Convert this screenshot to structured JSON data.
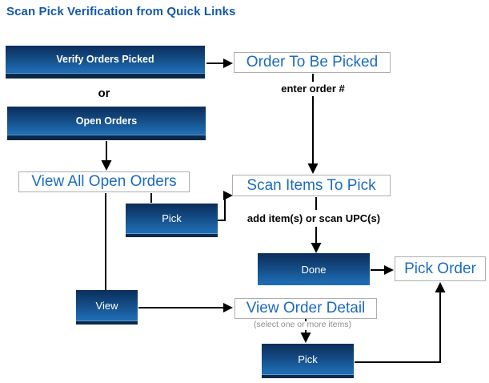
{
  "title": "Scan Pick Verification from Quick Links",
  "colors": {
    "title-blue": "#1558A8",
    "box-text-blue": "#1C6CBE",
    "box-border": "#AEAEAE",
    "btn-top": "#0B2D5B",
    "btn-mid": "#134A82",
    "btn-bottom": "#1E6BB2",
    "btn-shine": "#5D9BCE",
    "btn-strip": "#092949",
    "note-gray": "#8F8F8F",
    "arrow-black": "#000000"
  },
  "buttons": {
    "verify_orders": "Verify Orders Picked",
    "open_orders": "Open Orders",
    "pick_middle": "Pick",
    "done": "Done",
    "view": "View",
    "pick_bottom": "Pick"
  },
  "screens": {
    "order_to_be_picked": "Order To Be Picked",
    "view_all_open_orders": "View All Open Orders",
    "scan_items_to_pick": "Scan Items To Pick",
    "pick_order": "Pick Order",
    "view_order_detail": "View Order Detail"
  },
  "notes": {
    "or": "or",
    "enter_order": "enter order #",
    "add_items": "add item(s) or scan UPC(s)",
    "select_items": "(select one or more items)"
  }
}
